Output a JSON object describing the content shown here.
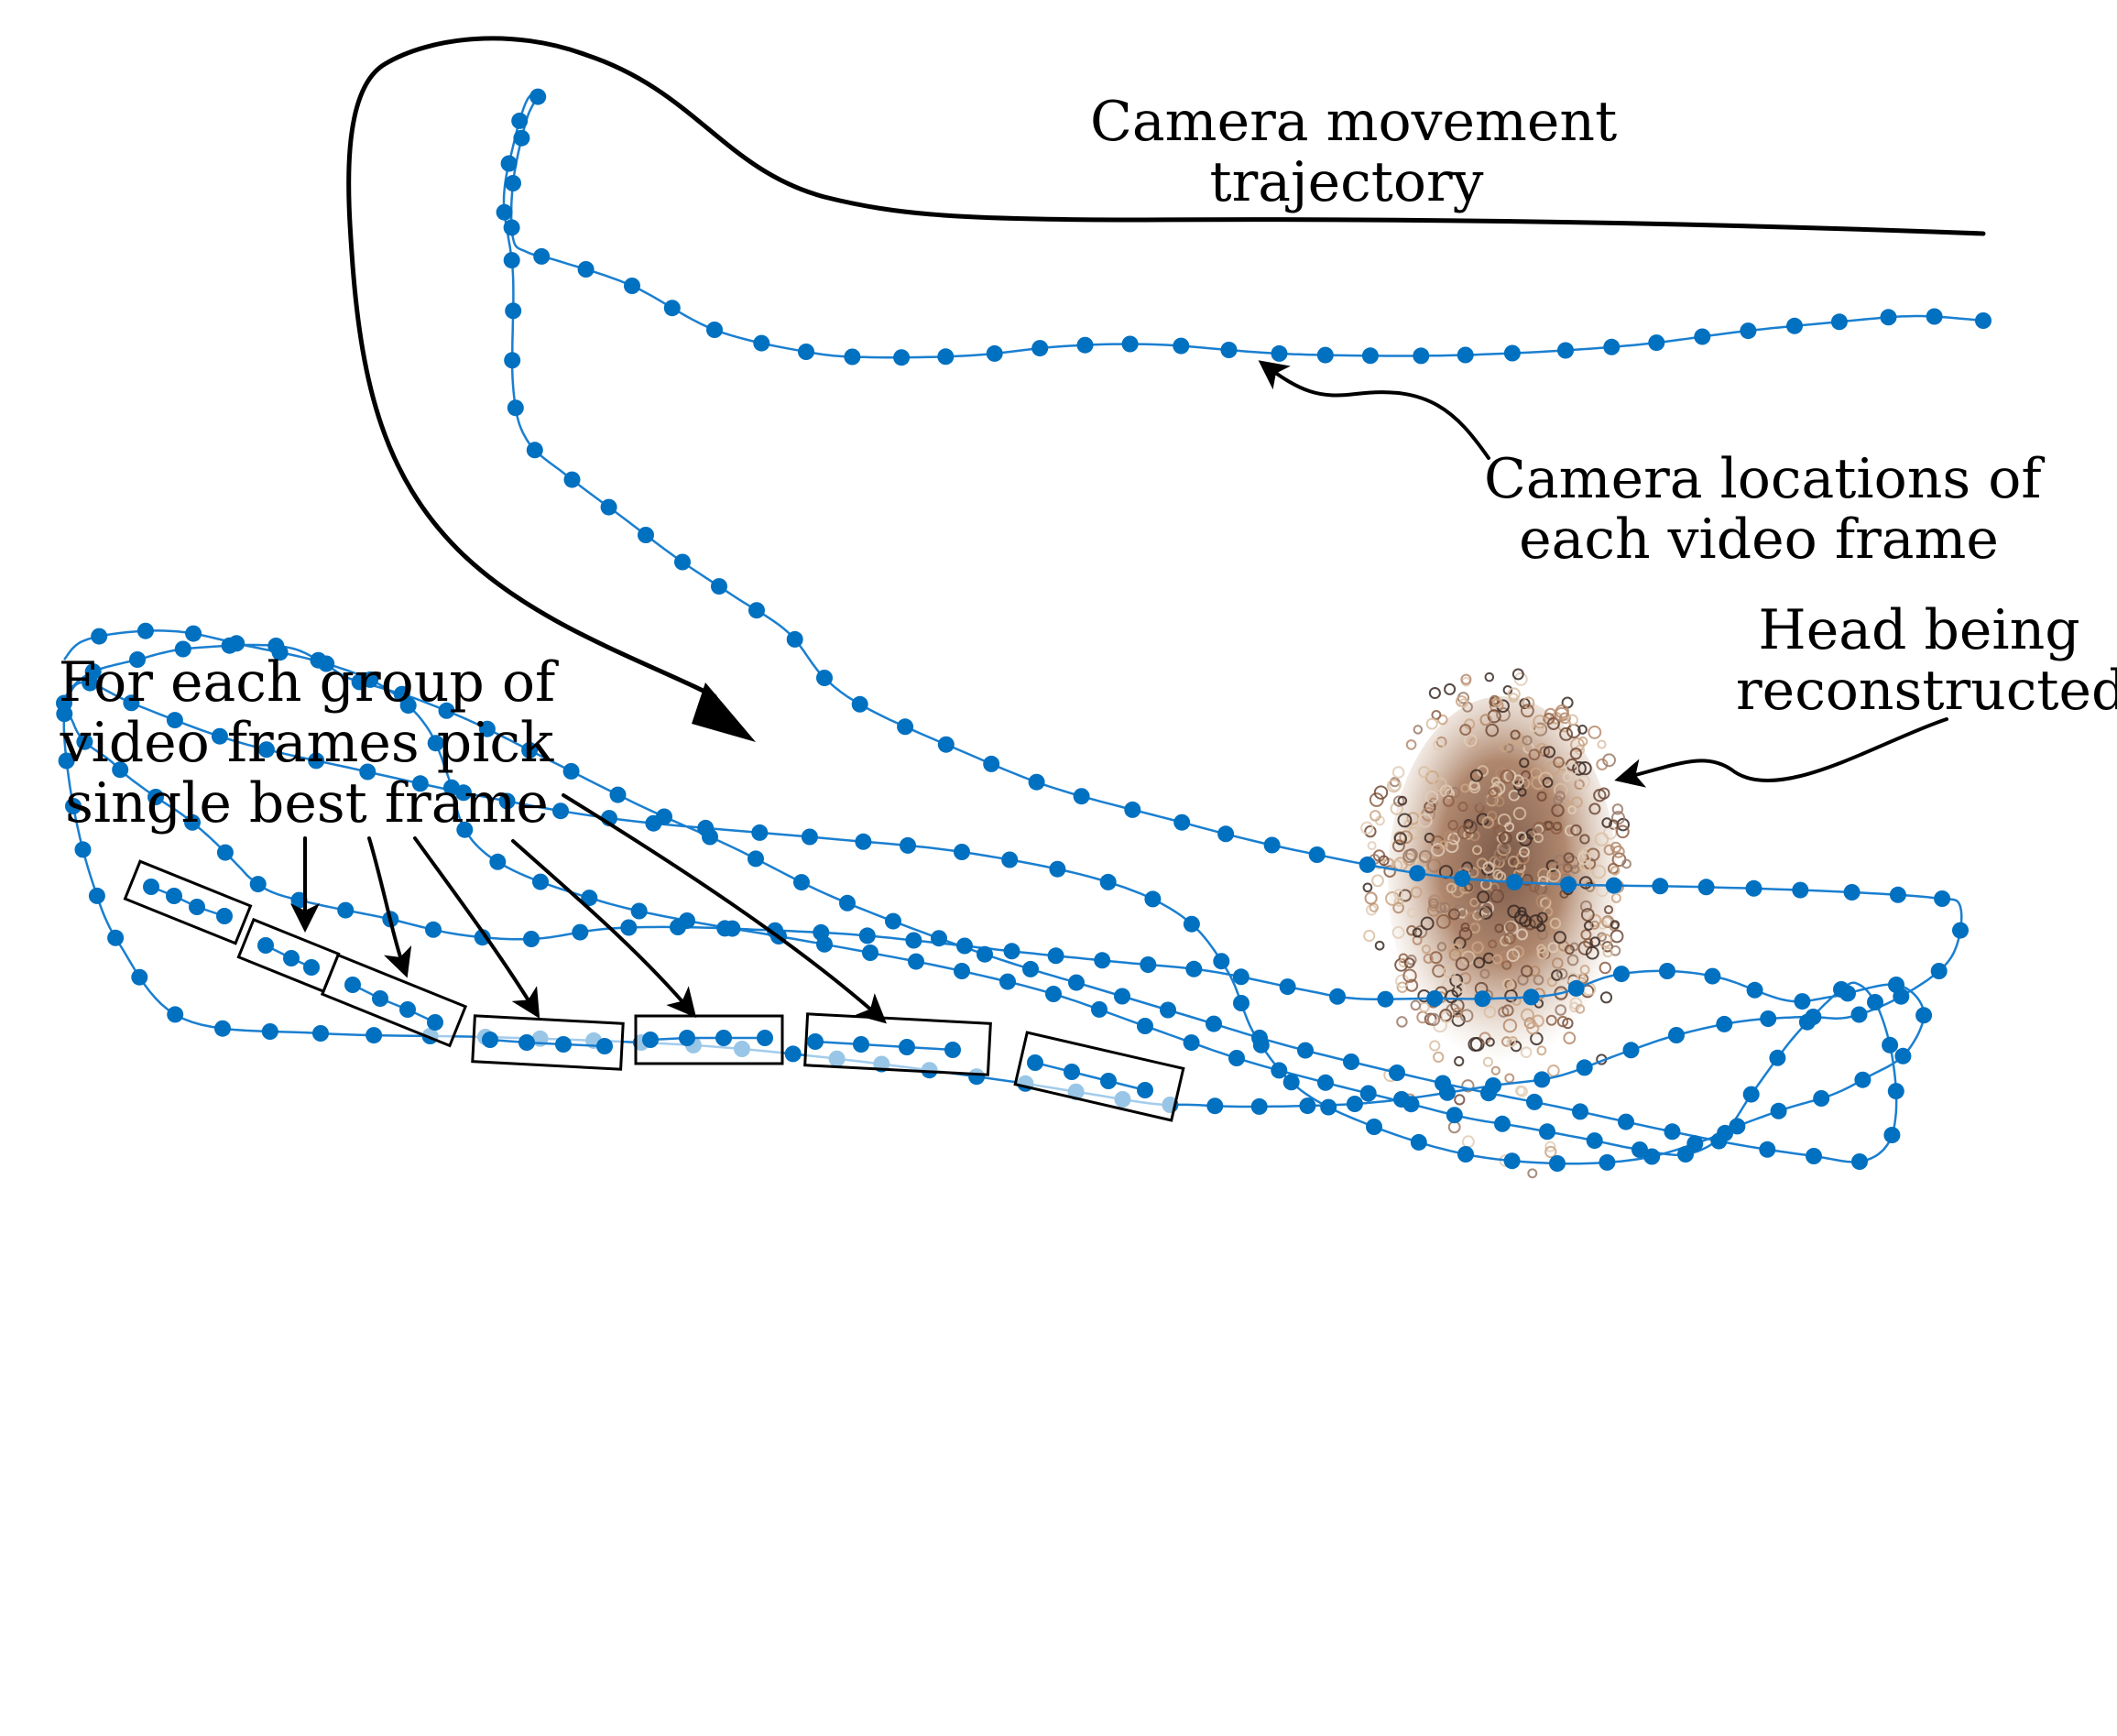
{
  "labels": {
    "camera_trajectory": [
      "Camera movement",
      "trajectory"
    ],
    "camera_locations": [
      "Camera locations of",
      "each video frame"
    ],
    "head": [
      "Head being",
      "reconstructed"
    ],
    "groups": [
      "For each group of",
      "video frames pick",
      "single best frame"
    ]
  },
  "colors": {
    "point": "#0070c0",
    "line": "#1a7fd0",
    "ink": "#000000"
  },
  "icons": {
    "head": "head-point-cloud"
  }
}
